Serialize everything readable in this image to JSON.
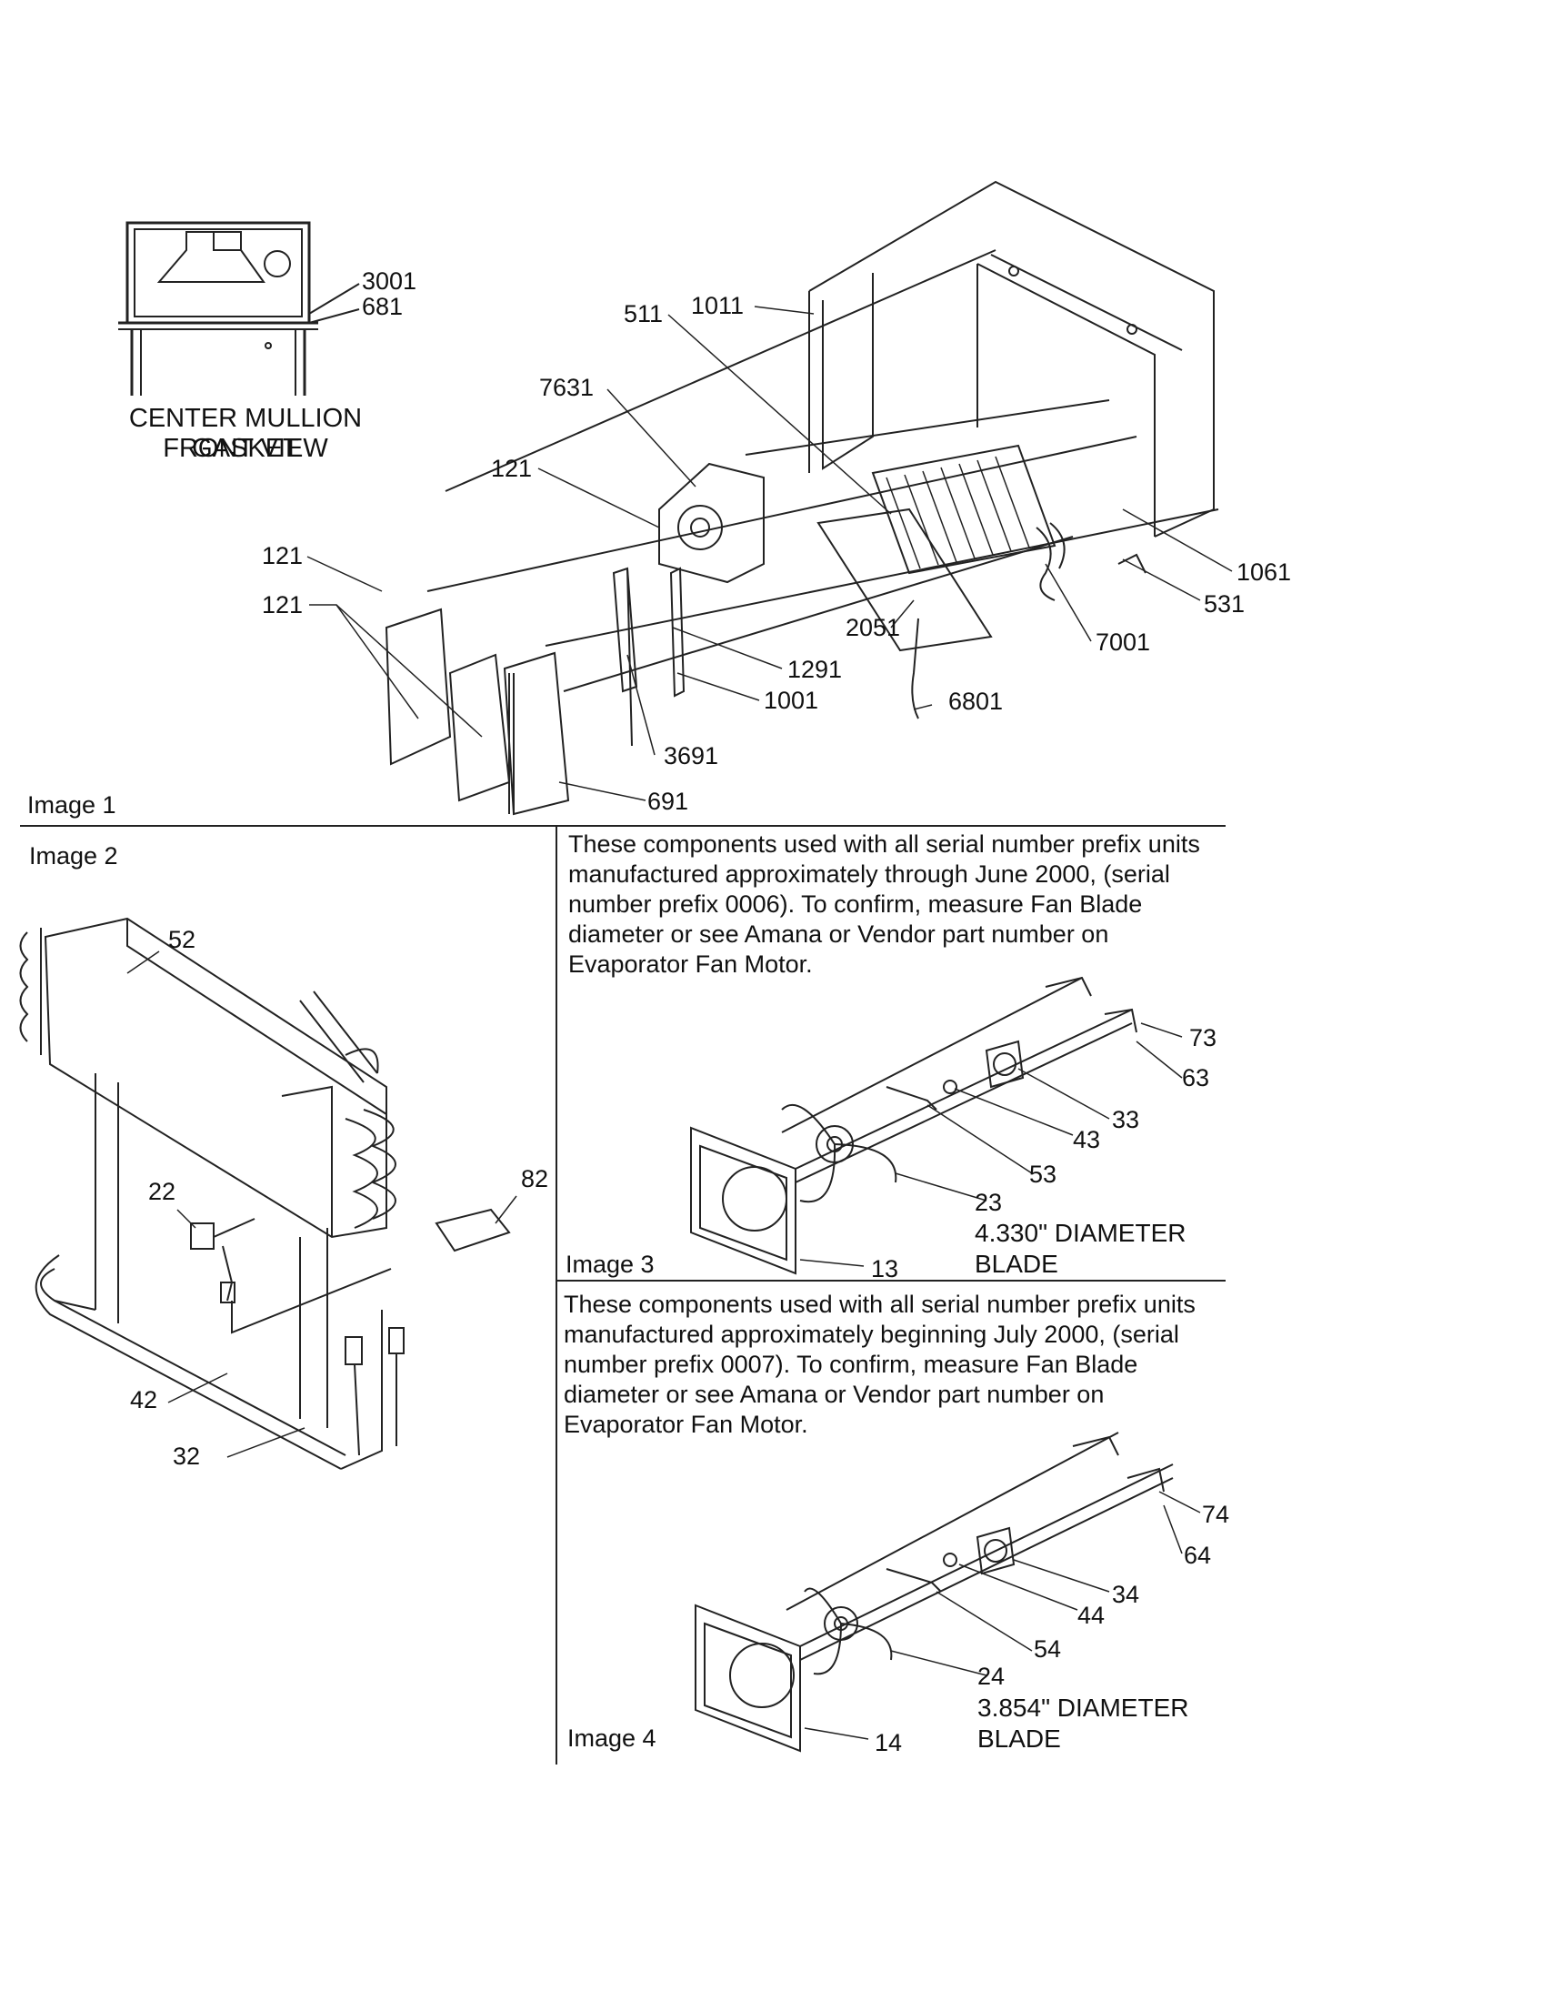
{
  "image1": {
    "tag": "Image 1",
    "caption_line1": "CENTER MULLION GASKET",
    "caption_line2": "FRONT VIEW",
    "labels": [
      "3001",
      "681",
      "1011",
      "511",
      "7631",
      "121",
      "121",
      "121",
      "1061",
      "531",
      "7001",
      "2051",
      "1291",
      "1001",
      "6801",
      "3691",
      "691"
    ]
  },
  "image2": {
    "tag": "Image 2",
    "labels": [
      "52",
      "22",
      "82",
      "42",
      "32"
    ]
  },
  "image3": {
    "tag": "Image 3",
    "note": "These components used with all serial number prefix units manufactured approximately through June 2000, (serial number prefix 0006). To confirm, measure Fan Blade diameter or see Amana or Vendor part number on Evaporator Fan Motor.",
    "labels": [
      "73",
      "63",
      "33",
      "43",
      "53",
      "23",
      "13"
    ],
    "blade_line1": "4.330\" DIAMETER",
    "blade_line2": "BLADE"
  },
  "image4": {
    "tag": "Image 4",
    "note": "These components used with all serial number prefix units manufactured approximately beginning July 2000, (serial number prefix 0007). To confirm, measure Fan Blade diameter or see Amana or Vendor part number on Evaporator Fan Motor.",
    "labels": [
      "74",
      "64",
      "34",
      "44",
      "54",
      "24",
      "14"
    ],
    "blade_line1": "3.854\" DIAMETER",
    "blade_line2": "BLADE"
  }
}
